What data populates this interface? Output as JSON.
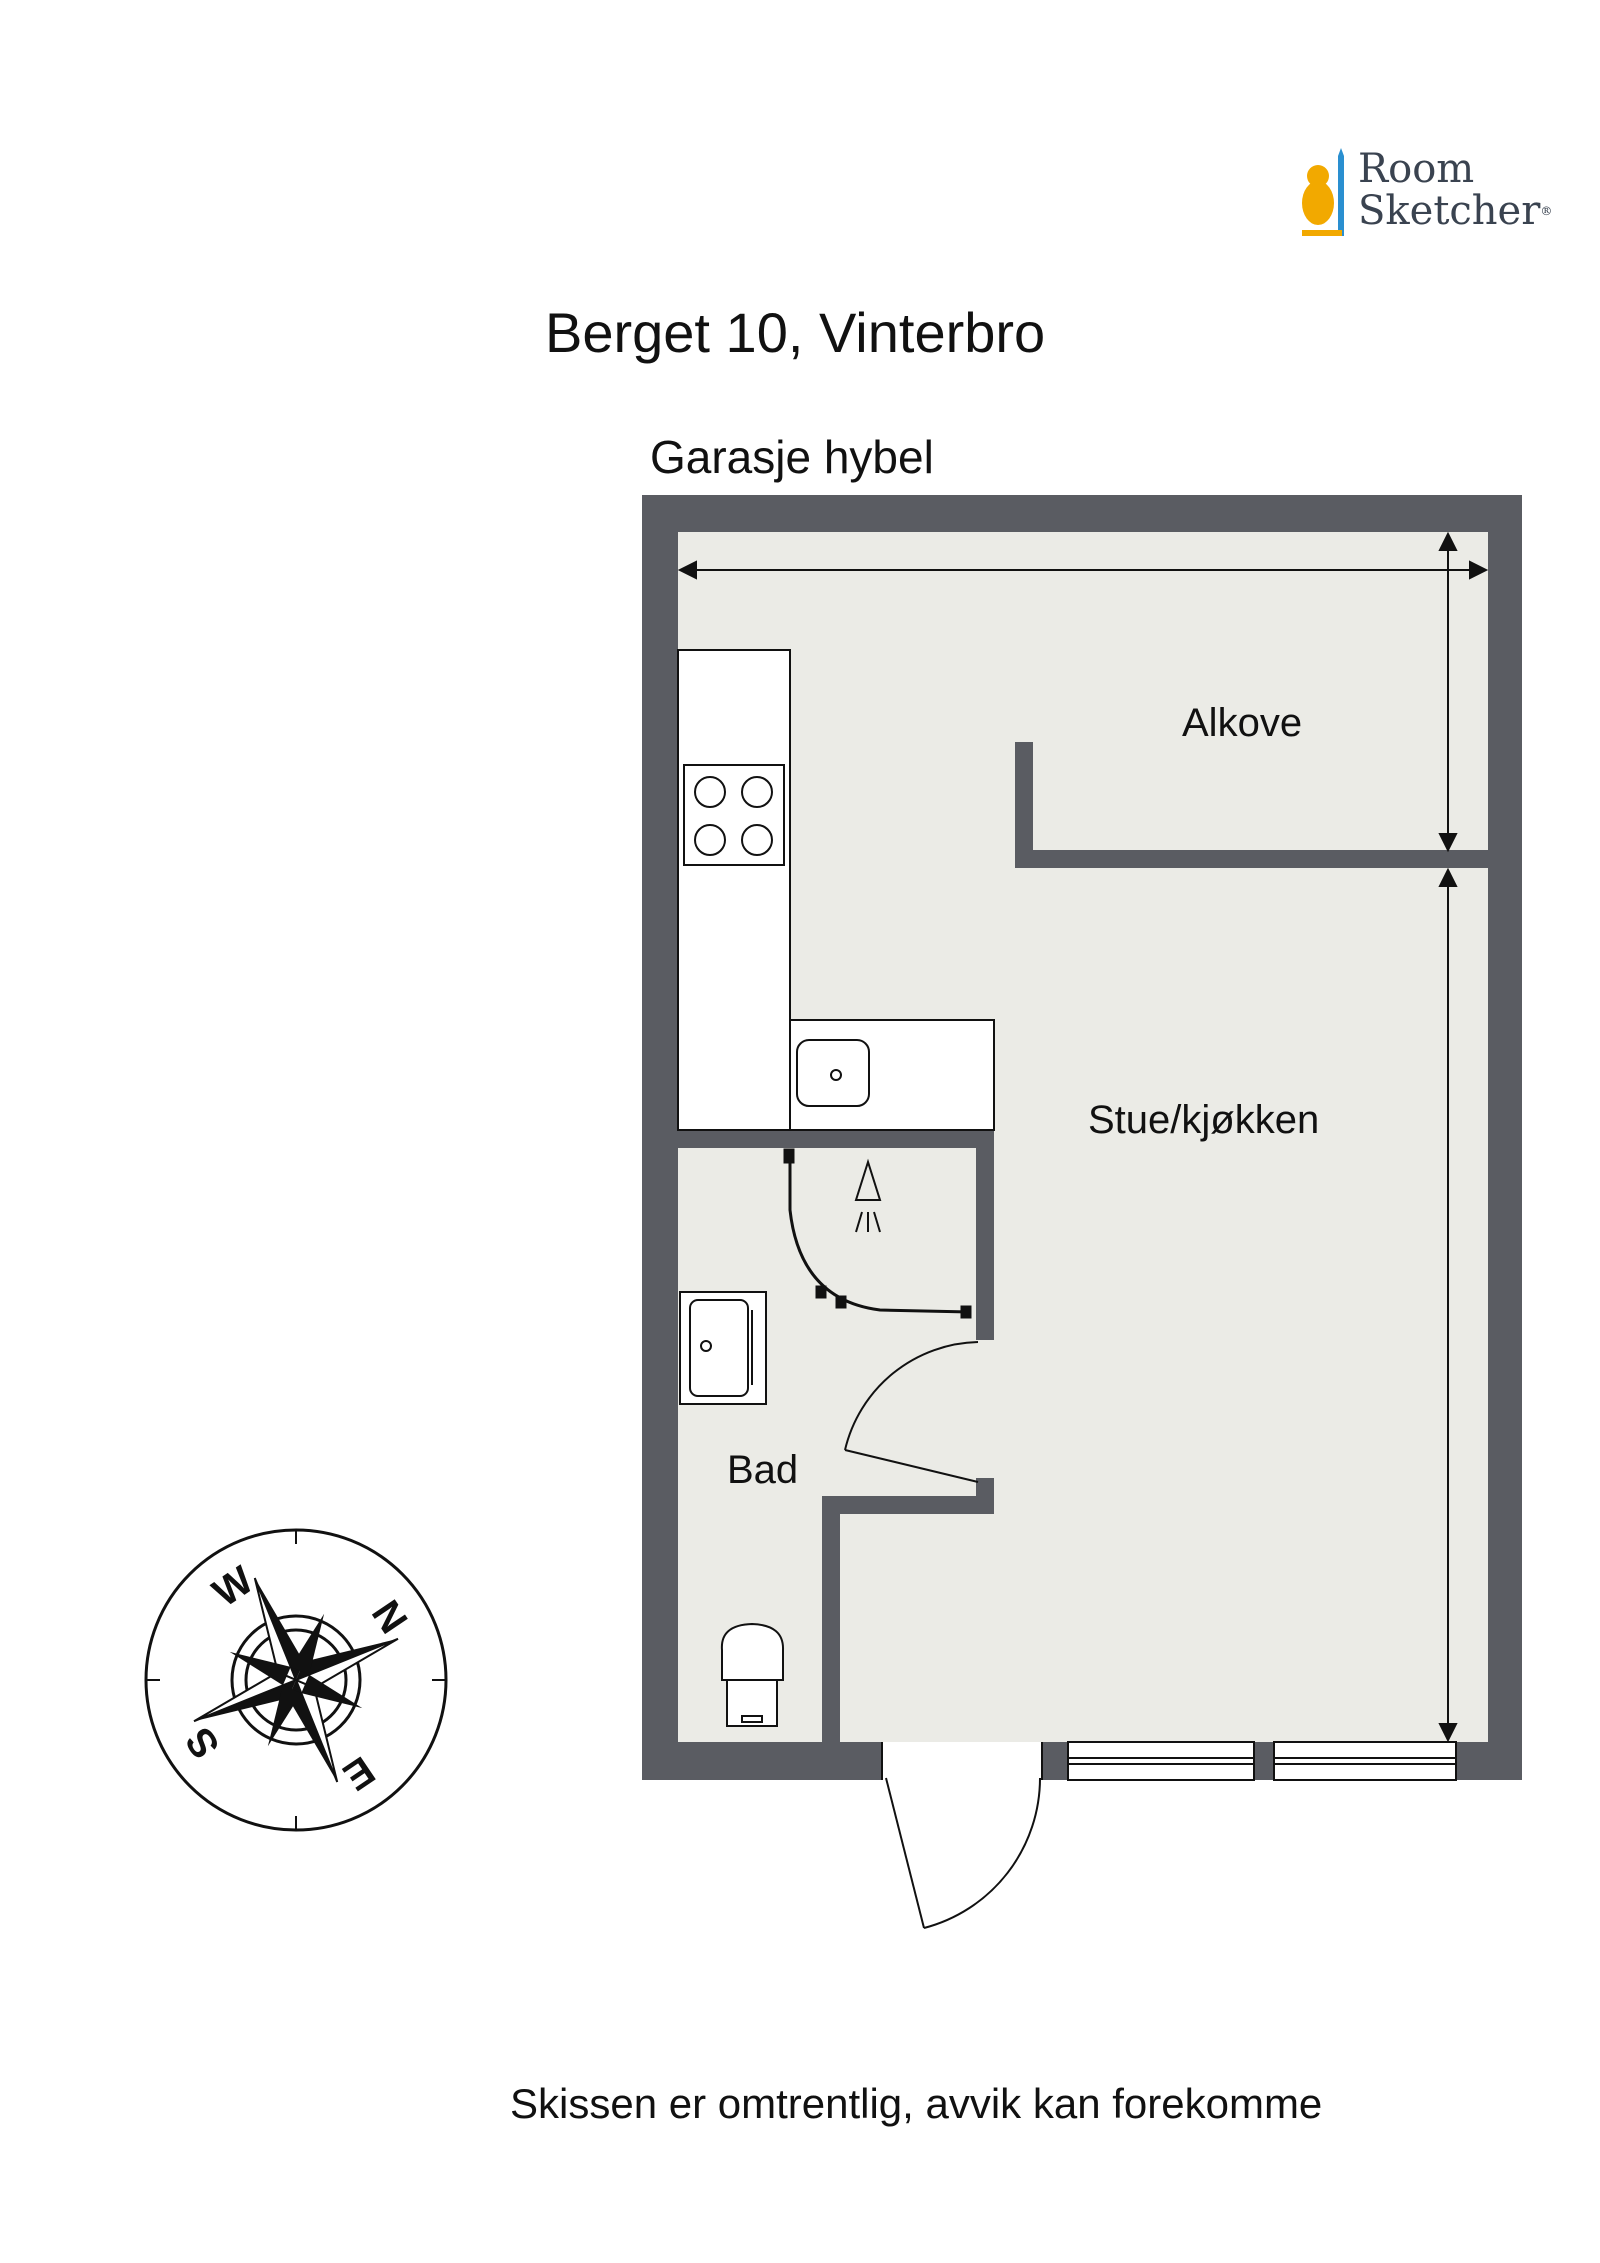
{
  "header": {
    "brand_line1": "Room",
    "brand_line2": "Sketcher",
    "brand_mark": "®",
    "title": "Berget 10, Vinterbro",
    "subtitle": "Garasje hybel"
  },
  "rooms": {
    "alkove": "Alkove",
    "stue": "Stue/kjøkken",
    "bad": "Bad"
  },
  "compass": {
    "n": "N",
    "e": "E",
    "s": "S",
    "w": "W"
  },
  "footer": {
    "note": "Skissen er omtrentlig, avvik kan forekomme"
  },
  "colors": {
    "wall": "#5a5c62",
    "floor": "#ebebe6",
    "fixture": "#ffffff",
    "line": "#111111",
    "logo_accent": "#f2a900"
  }
}
